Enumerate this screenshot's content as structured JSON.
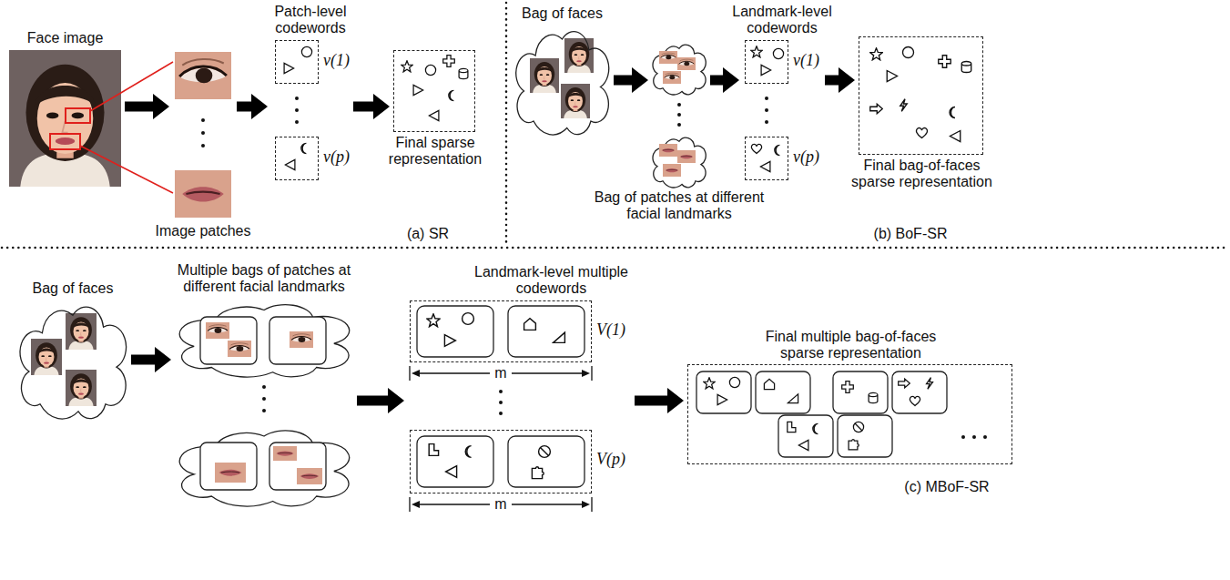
{
  "diagram": {
    "nodes": [
      {
        "text": [
          "Face image"
        ]
      },
      {
        "text": [
          "Image patches"
        ]
      },
      {
        "text": [
          "Patch-level codewords"
        ]
      },
      {
        "text": [
          "v(1)"
        ],
        "in": 2
      },
      {
        "text": [
          "v(p)"
        ],
        "in": 2
      },
      {
        "text": [
          "Final sparse representation"
        ]
      },
      {
        "text": [
          "Bag of faces"
        ]
      },
      {
        "text": [
          "Bag of patches at different facial landmarks"
        ]
      },
      {
        "text": [
          "Landmark-level codewords"
        ]
      },
      {
        "text": [
          "v(1)"
        ],
        "in": 8
      },
      {
        "text": [
          "v(p)"
        ],
        "in": 8
      },
      {
        "text": [
          "Final bag-of-faces sparse representation"
        ]
      },
      {
        "text": [
          "Bag of faces"
        ]
      },
      {
        "text": [
          "Multiple bags of patches at different facial landmarks"
        ]
      },
      {
        "text": [
          "Landmark-level multiple codewords"
        ]
      },
      {
        "text": [
          "V(1)"
        ],
        "in": 14
      },
      {
        "text": [
          "V(p)"
        ],
        "in": 14
      },
      {
        "text": [
          "Final multiple bag-of-faces sparse representation"
        ]
      }
    ],
    "edges": [
      {
        "from": 0,
        "to": 1,
        "arrow": "to"
      },
      {
        "from": 1,
        "to": 2,
        "arrow": "to"
      },
      {
        "from": 2,
        "to": 5,
        "arrow": "to"
      },
      {
        "from": 6,
        "to": 7,
        "arrow": "to"
      },
      {
        "from": 7,
        "to": 8,
        "arrow": "to"
      },
      {
        "from": 8,
        "to": 11,
        "arrow": "to"
      },
      {
        "from": 12,
        "to": 13,
        "arrow": "to"
      },
      {
        "from": 13,
        "to": 14,
        "arrow": "to"
      },
      {
        "from": 14,
        "to": 17,
        "arrow": "to"
      }
    ],
    "labels": [
      "(a) SR",
      "(b) BoF-SR",
      "m",
      "m",
      "(c) MBoF-SR"
    ]
  }
}
